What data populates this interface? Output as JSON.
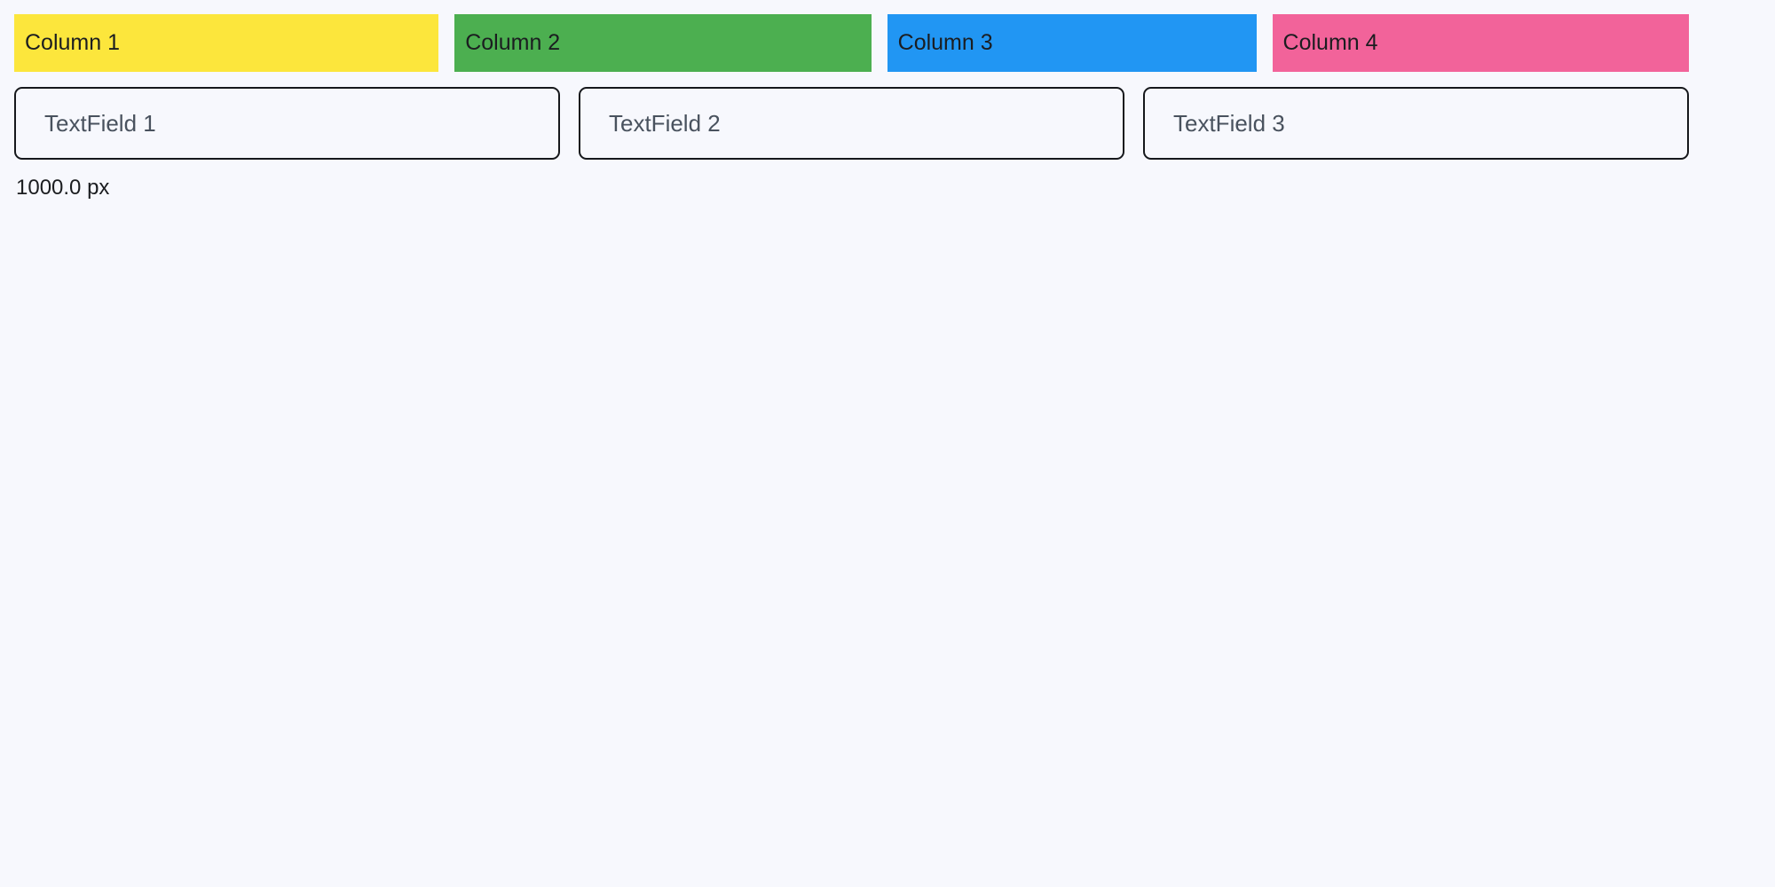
{
  "app": {
    "background_color": "#f7f8fd"
  },
  "columns": {
    "items": [
      {
        "label": "Column 1",
        "color": "#fce63c",
        "icon": "color-swatch-icon"
      },
      {
        "label": "Column 2",
        "color": "#4caf50",
        "icon": "color-swatch-icon"
      },
      {
        "label": "Column 3",
        "color": "#2196f3",
        "icon": "color-swatch-icon"
      },
      {
        "label": "Column 4",
        "color": "#f2639a",
        "icon": "color-swatch-icon"
      }
    ]
  },
  "fields": {
    "items": [
      {
        "placeholder": "TextField 1",
        "value": ""
      },
      {
        "placeholder": "TextField 2",
        "value": ""
      },
      {
        "placeholder": "TextField 3",
        "value": ""
      }
    ]
  },
  "status": {
    "measurement": "1000.0 px"
  }
}
